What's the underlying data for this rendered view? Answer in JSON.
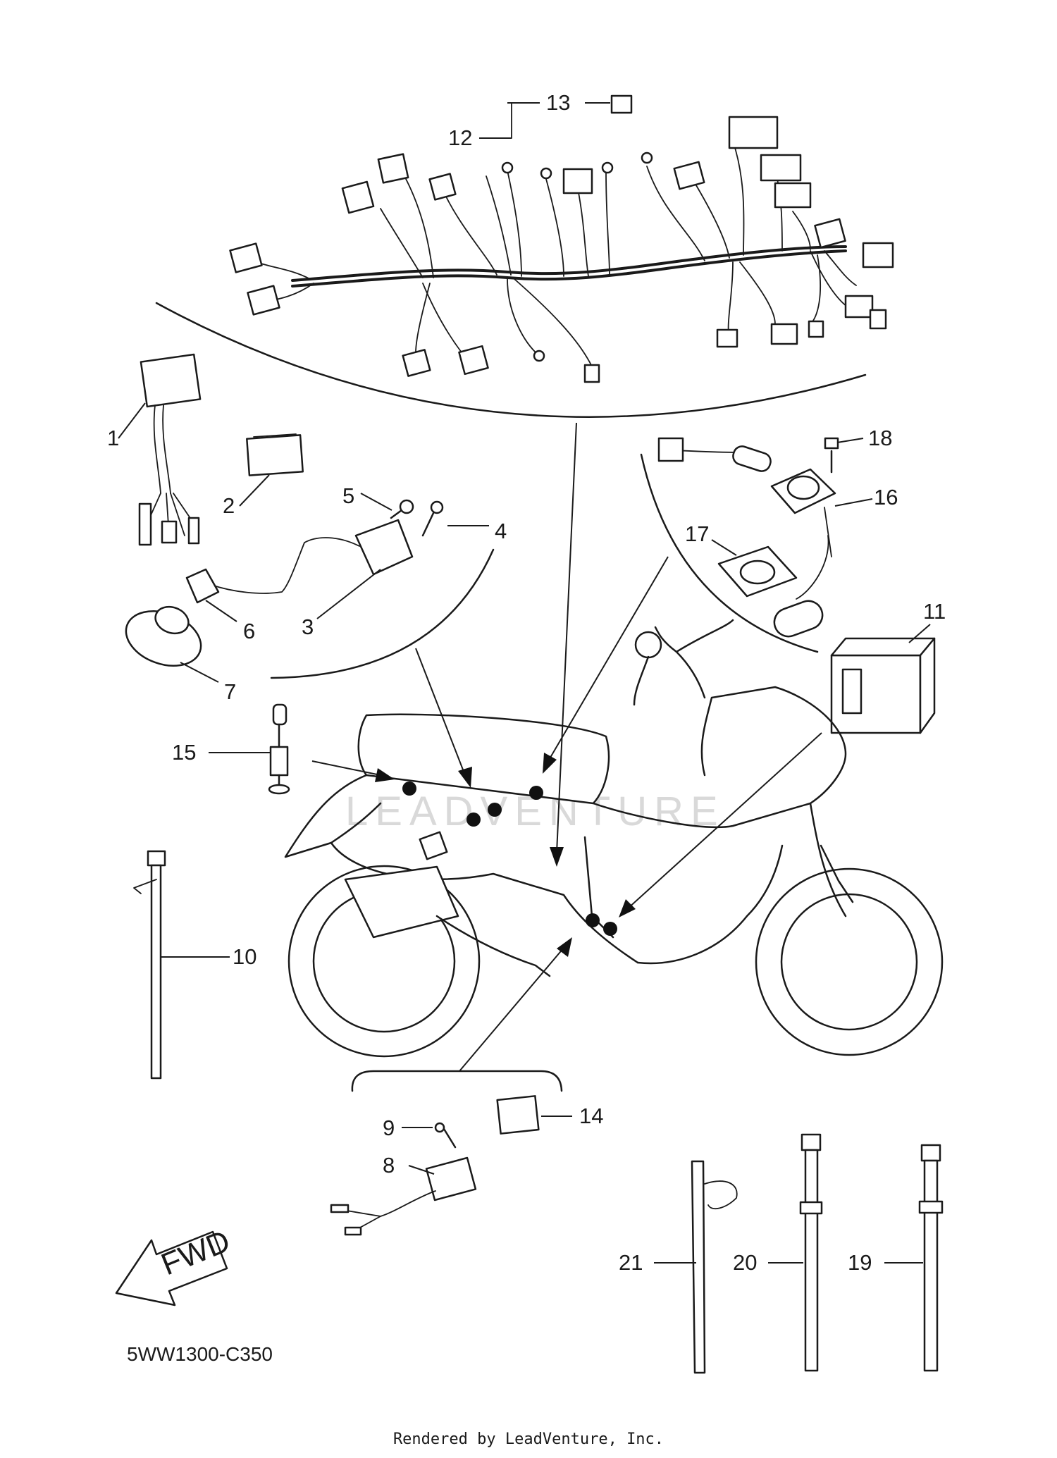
{
  "diagram": {
    "code": "5WW1300-C350",
    "footer": "Rendered by LeadVenture, Inc.",
    "watermark": "LEADVENTURE",
    "direction_label": "FWD"
  },
  "callouts": [
    {
      "id": "1",
      "label": "1"
    },
    {
      "id": "2",
      "label": "2"
    },
    {
      "id": "3",
      "label": "3"
    },
    {
      "id": "4",
      "label": "4"
    },
    {
      "id": "5",
      "label": "5"
    },
    {
      "id": "6",
      "label": "6"
    },
    {
      "id": "7",
      "label": "7"
    },
    {
      "id": "8",
      "label": "8"
    },
    {
      "id": "9",
      "label": "9"
    },
    {
      "id": "10",
      "label": "10"
    },
    {
      "id": "11",
      "label": "11"
    },
    {
      "id": "12",
      "label": "12"
    },
    {
      "id": "13",
      "label": "13"
    },
    {
      "id": "14",
      "label": "14"
    },
    {
      "id": "15",
      "label": "15"
    },
    {
      "id": "16",
      "label": "16"
    },
    {
      "id": "17",
      "label": "17"
    },
    {
      "id": "18",
      "label": "18"
    },
    {
      "id": "19",
      "label": "19"
    },
    {
      "id": "20",
      "label": "20"
    },
    {
      "id": "21",
      "label": "21"
    }
  ]
}
